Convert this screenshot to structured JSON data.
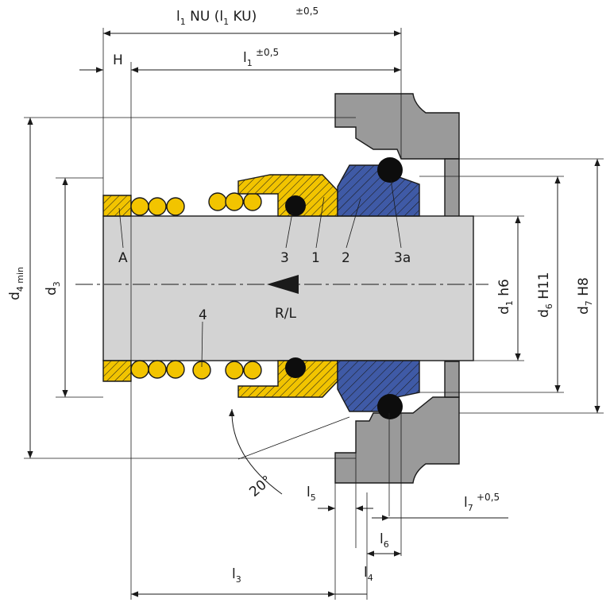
{
  "colors": {
    "shaft": "#d3d3d3",
    "housing": "#9a9a9a",
    "yellow_part": "#f2c400",
    "blue_part": "#3f5aa6",
    "oring": "#0d0d0d",
    "line": "#1a1a1a"
  },
  "labels": {
    "l1_top": "l",
    "l1_top_sub": "1",
    "l1_top_rest": " NU (l",
    "l1_top_sub2": "1",
    "l1_top_end": " KU)",
    "l1_top_tol": "±0,5",
    "H": "H",
    "l1": "l",
    "l1_sub": "1",
    "l1_tol": "±0,5",
    "d4": "d",
    "d4_sub": "4 min",
    "d3": "d",
    "d3_sub": "3",
    "d1": "d",
    "d1_sub": "1",
    "d1_rest": " h6",
    "d6": "d",
    "d6_sub": "6",
    "d6_rest": " H11",
    "d7": "d",
    "d7_sub": "7",
    "d7_rest": " H8",
    "A": "A",
    "n3": "3",
    "n1": "1",
    "n2": "2",
    "n3a": "3a",
    "n4": "4",
    "rl": "R/L",
    "angle": "20°",
    "l5": "l",
    "l5_sub": "5",
    "l7": "l",
    "l7_sub": "7",
    "l7_tol": "+0,5",
    "l6": "l",
    "l6_sub": "6",
    "l3": "l",
    "l3_sub": "3",
    "l4": "l",
    "l4_sub": "4"
  }
}
